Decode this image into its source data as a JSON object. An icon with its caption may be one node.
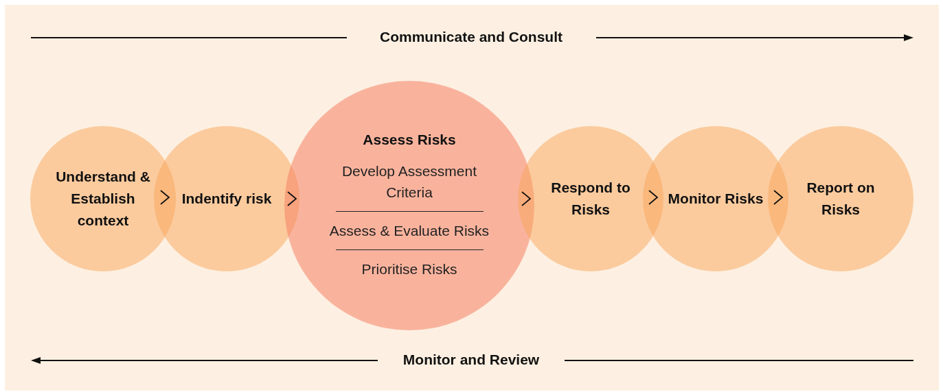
{
  "diagram": {
    "nodes": [
      {
        "text": [
          "Understand & Establish context"
        ]
      },
      {
        "text": [
          "Indentify risk"
        ]
      },
      {
        "text": [
          "Assess Risks",
          "Develop Assessment Criteria",
          "Assess & Evaluate Risks",
          "Prioritise Risks"
        ]
      },
      {
        "text": [
          "Respond to Risks"
        ]
      },
      {
        "text": [
          "Monitor Risks"
        ]
      },
      {
        "text": [
          "Report on Risks"
        ]
      }
    ],
    "edges": [
      {
        "from": 0,
        "to": 1,
        "arrow": "to"
      },
      {
        "from": 1,
        "to": 2,
        "arrow": "to"
      },
      {
        "from": 2,
        "to": 3,
        "arrow": "to"
      },
      {
        "from": 3,
        "to": 4,
        "arrow": "to"
      },
      {
        "from": 4,
        "to": 5,
        "arrow": "to"
      }
    ],
    "labels": [
      "Communicate and Consult",
      "Monitor and Review"
    ]
  }
}
